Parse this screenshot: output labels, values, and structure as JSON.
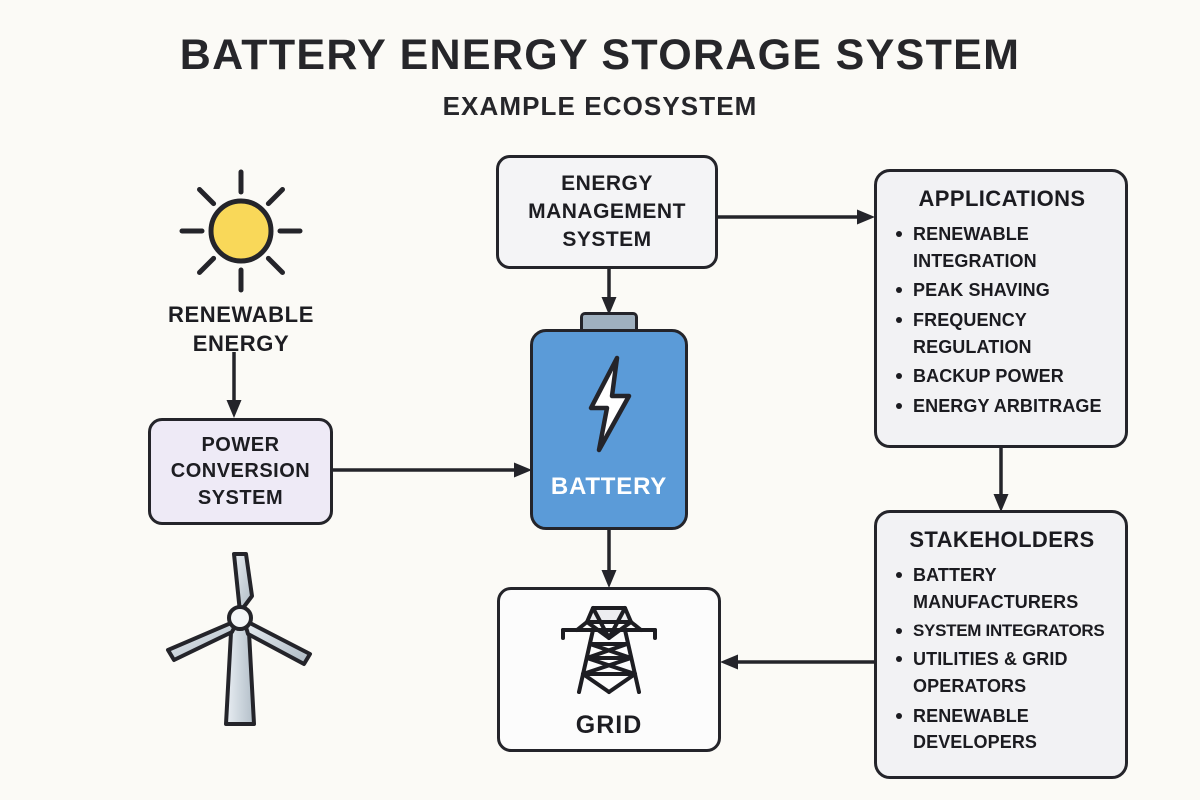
{
  "header": {
    "title": "BATTERY ENERGY STORAGE SYSTEM",
    "subtitle": "EXAMPLE ECOSYSTEM"
  },
  "nodes": {
    "renewable": {
      "icon": "sun-icon",
      "label_line1": "RENEWABLE",
      "label_line2": "ENERGY"
    },
    "wind": {
      "icon": "wind-turbine-icon"
    },
    "power_conversion": {
      "line1": "POWER",
      "line2": "CONVERSION",
      "line3": "SYSTEM",
      "fill": "#EEEAF6"
    },
    "energy_management": {
      "line1": "ENERGY",
      "line2": "MANAGEMENT",
      "line3": "SYSTEM",
      "fill": "#F4F4F6"
    },
    "battery": {
      "label": "BATTERY",
      "icon": "lightning-bolt-icon",
      "fill": "#5B9BD8",
      "cap_fill": "#9FB0BF"
    },
    "grid": {
      "label": "GRID",
      "icon": "transmission-tower-icon",
      "fill": "#FCFCFC"
    }
  },
  "cards": {
    "applications": {
      "title": "APPLICATIONS",
      "items": [
        "RENEWABLE INTEGRATION",
        "PEAK SHAVING",
        "FREQUENCY REGULATION",
        "BACKUP POWER",
        "ENERGY ARBITRAGE"
      ]
    },
    "stakeholders": {
      "title": "STAKEHOLDERS",
      "items": [
        "BATTERY MANUFACTURERS",
        "SYSTEM INTEGRATORS",
        "UTILITIES & GRID OPERATORS",
        "RENEWABLE DEVELOPERS"
      ]
    }
  },
  "connectors": [
    {
      "name": "renewable-to-power-conversion",
      "from": "renewable",
      "to": "power_conversion",
      "direction": "down"
    },
    {
      "name": "power-conversion-to-battery",
      "from": "power_conversion",
      "to": "battery",
      "direction": "right"
    },
    {
      "name": "energy-management-to-battery",
      "from": "energy_management",
      "to": "battery",
      "direction": "down"
    },
    {
      "name": "energy-management-to-applications",
      "from": "energy_management",
      "to": "applications",
      "direction": "right"
    },
    {
      "name": "applications-to-stakeholders",
      "from": "applications",
      "to": "stakeholders",
      "direction": "down"
    },
    {
      "name": "stakeholders-to-grid",
      "from": "stakeholders",
      "to": "grid",
      "direction": "left"
    },
    {
      "name": "battery-to-grid",
      "from": "battery",
      "to": "grid",
      "direction": "down"
    }
  ],
  "colors": {
    "background": "#FBFAF6",
    "stroke": "#24242A",
    "sun": "#F9D859",
    "battery_blue": "#5B9BD8",
    "pcs_lavender": "#EEEAF6",
    "card_gray": "#F2F2F4",
    "turbine_gray": "#C9D2DA"
  }
}
